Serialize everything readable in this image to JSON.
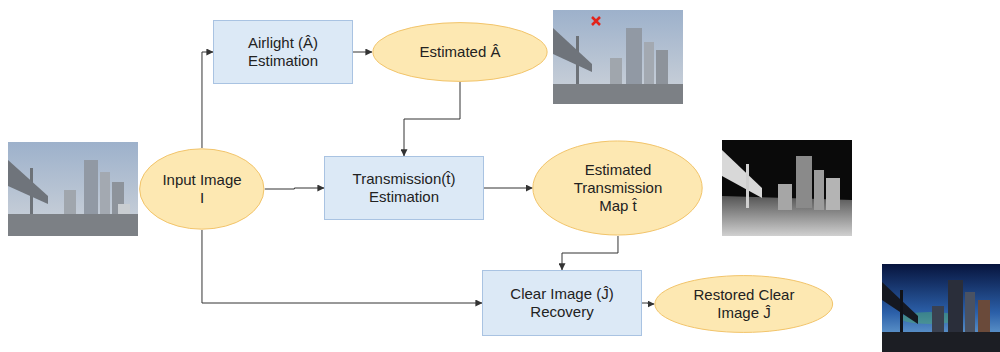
{
  "diagram": {
    "nodes": [
      {
        "text": [
          "Airlight (Â) Estimation"
        ]
      },
      {
        "text": [
          "Estimated Â"
        ]
      },
      {
        "text": [
          "Input Image I"
        ]
      },
      {
        "text": [
          "Transmission(t̂) Estimation"
        ]
      },
      {
        "text": [
          "Estimated Transmission Map t̂"
        ]
      },
      {
        "text": [
          "Clear Image (Ĵ) Recovery"
        ]
      },
      {
        "text": [
          "Restored Clear Image Ĵ"
        ]
      }
    ],
    "edges": [
      {
        "from": 2,
        "to": 0,
        "arrow": "to"
      },
      {
        "from": 0,
        "to": 1,
        "arrow": "to"
      },
      {
        "from": 1,
        "to": 3,
        "arrow": "to"
      },
      {
        "from": 2,
        "to": 3,
        "arrow": "to"
      },
      {
        "from": 3,
        "to": 4,
        "arrow": "to"
      },
      {
        "from": 4,
        "to": 5,
        "arrow": "to"
      },
      {
        "from": 2,
        "to": 5,
        "arrow": "to"
      },
      {
        "from": 5,
        "to": 6,
        "arrow": "to"
      }
    ]
  }
}
